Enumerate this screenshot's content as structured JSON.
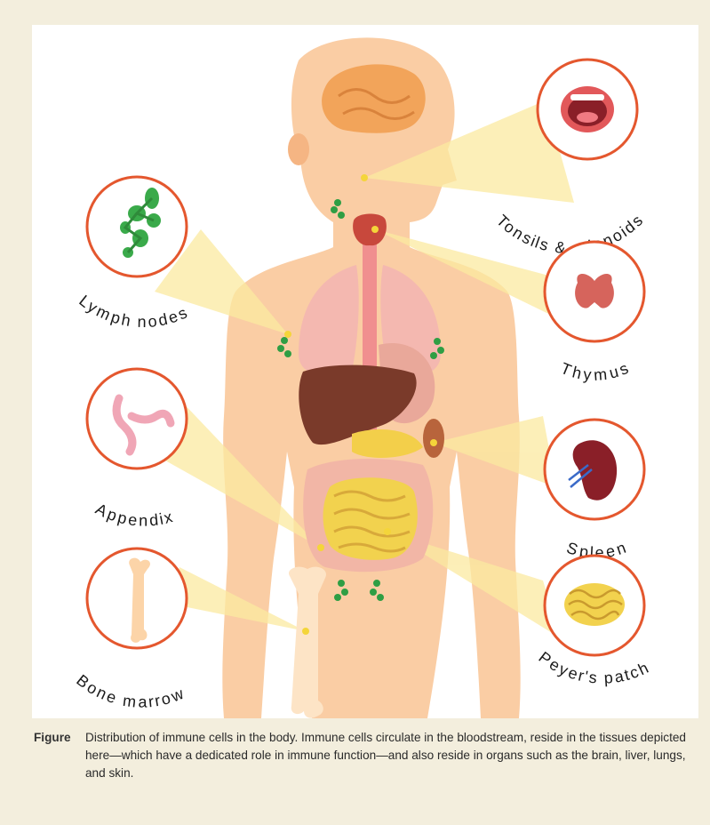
{
  "labels": {
    "tonsils": "Tonsils & adenoids",
    "lymph": "Lymph nodes",
    "thymus": "Thymus",
    "appendix": "Appendix",
    "spleen": "Spleen",
    "bone": "Bone marrow",
    "peyer": "Peyer's patch"
  },
  "caption": {
    "tag": "Figure",
    "text": "Distribution of immune cells in the body. Immune cells circulate in the bloodstream, reside in the tissues depicted here—which have a dedicated role in immune function—and also reside in organs such as the brain, liver, lungs, and skin."
  },
  "colors": {
    "circle_border": "#e4572e",
    "skin": "#f9c89a",
    "beam": "#fbe9a0",
    "lymph_green": "#2f9e44",
    "liver": "#7a3a2a",
    "lung": "#f4b8b0"
  }
}
